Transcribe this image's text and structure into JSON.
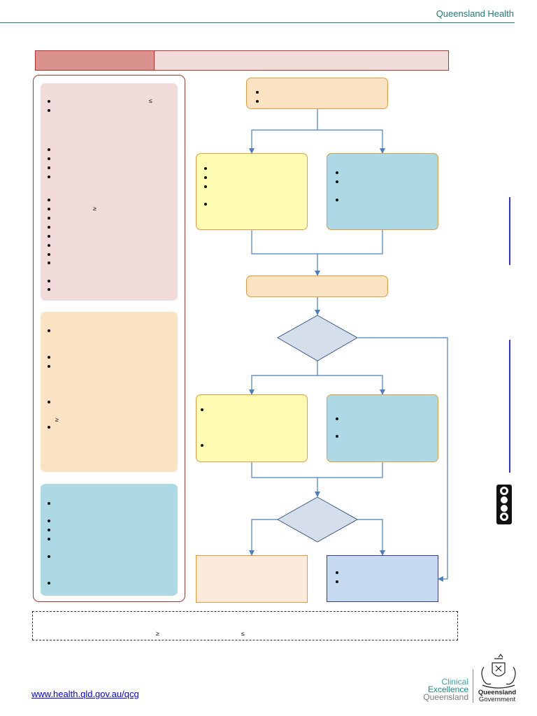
{
  "header": {
    "title": "Queensland Health"
  },
  "symbols": {
    "le": "≤",
    "ge": "≥"
  },
  "footer": {
    "link": "www.health.qld.gov.au/qcg",
    "logo_line1": "Clinical",
    "logo_line2": "Excellence",
    "logo_line3": "Queensland",
    "gov_line1": "Queensland",
    "gov_line2": "Government"
  },
  "icons": {
    "license_badge": "creative-commons-icon",
    "crest": "queensland-crest-icon"
  },
  "colors": {
    "brand_teal": "#1f7a7a",
    "title_red": "#d9928e",
    "title_pink": "#f2dcdb",
    "orange_fill": "#fae3c3",
    "yellow_fill": "#fefbb2",
    "blue_fill": "#acd9e3",
    "diamond_fill": "#d5deeb",
    "arrow_blue": "#4a7fc1"
  }
}
